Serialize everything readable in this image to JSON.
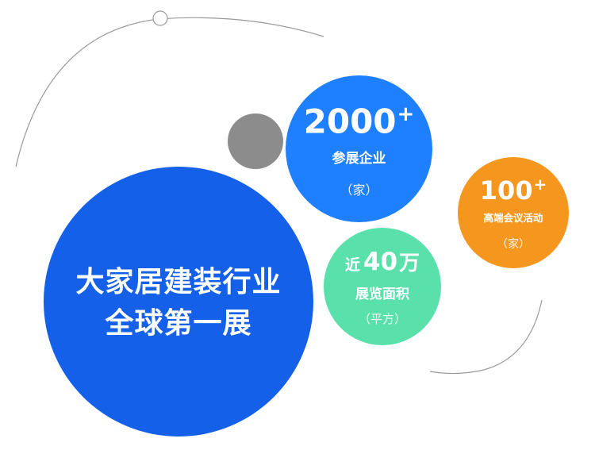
{
  "main": {
    "line1": "大家居建装行业",
    "line2": "全球第一展"
  },
  "stat_companies": {
    "value": "2000",
    "plus": "+",
    "label": "参展企业",
    "unit": "（家）"
  },
  "stat_area": {
    "prefix": "近",
    "value": "40",
    "suffix": "万",
    "label": "展览面积",
    "unit": "（平方）"
  },
  "stat_events": {
    "value": "100",
    "plus": "+",
    "label": "高端会议活动",
    "unit": "（家）"
  },
  "colors": {
    "main": "#1560e8",
    "blue": "#1f80ff",
    "green": "#5ae0aa",
    "orange": "#f5971f",
    "gray": "#8c8c8c",
    "arc": "#9a9a9a"
  }
}
